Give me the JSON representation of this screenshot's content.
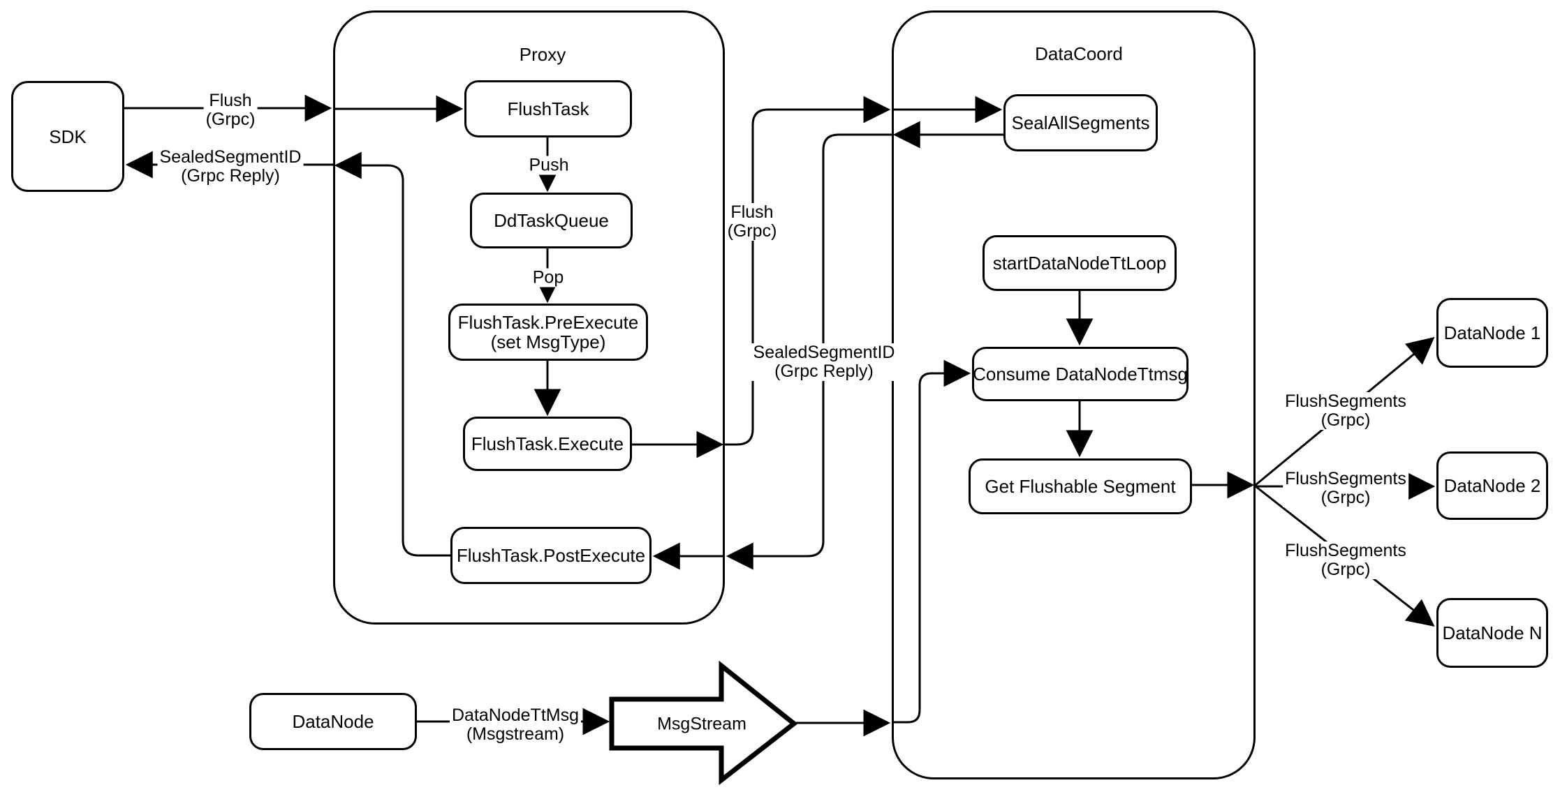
{
  "containers": {
    "proxy": {
      "title": "Proxy"
    },
    "datacoord": {
      "title": "DataCoord"
    }
  },
  "nodes": {
    "sdk": {
      "label": "SDK"
    },
    "flush_task": {
      "label": "FlushTask"
    },
    "dd_task_queue": {
      "label": "DdTaskQueue"
    },
    "pre_execute": {
      "line1": "FlushTask.PreExecute",
      "line2": "(set MsgType)"
    },
    "execute": {
      "label": "FlushTask.Execute"
    },
    "post_execute": {
      "label": "FlushTask.PostExecute"
    },
    "seal_all_segments": {
      "label": "SealAllSegments"
    },
    "start_datanode_tt_loop": {
      "label": "startDataNodeTtLoop"
    },
    "consume_datanode_ttmsg": {
      "label": "Consume DataNodeTtmsg"
    },
    "get_flushable_segment": {
      "label": "Get Flushable Segment"
    },
    "datanode_1": {
      "label": "DataNode 1"
    },
    "datanode_2": {
      "label": "DataNode 2"
    },
    "datanode_n": {
      "label": "DataNode N"
    },
    "datanode": {
      "label": "DataNode"
    },
    "msgstream": {
      "label": "MsgStream"
    }
  },
  "edge_labels": {
    "flush_sdk": {
      "line1": "Flush",
      "line2": "(Grpc)"
    },
    "sealed_sdk": {
      "line1": "SealedSegmentID",
      "line2": "(Grpc Reply)"
    },
    "push": {
      "label": "Push"
    },
    "pop": {
      "label": "Pop"
    },
    "flush_dc": {
      "line1": "Flush",
      "line2": "(Grpc)"
    },
    "sealed_dc": {
      "line1": "SealedSegmentID",
      "line2": "(Grpc Reply)"
    },
    "flush_segments_1": {
      "line1": "FlushSegments",
      "line2": "(Grpc)"
    },
    "flush_segments_2": {
      "line1": "FlushSegments",
      "line2": "(Grpc)"
    },
    "flush_segments_3": {
      "line1": "FlushSegments",
      "line2": "(Grpc)"
    },
    "datanode_ttmsg": {
      "line1": "DataNodeTtMsg",
      "line2": "(Msgstream)"
    }
  },
  "colors": {
    "stroke": "#000000",
    "background": "#ffffff"
  }
}
